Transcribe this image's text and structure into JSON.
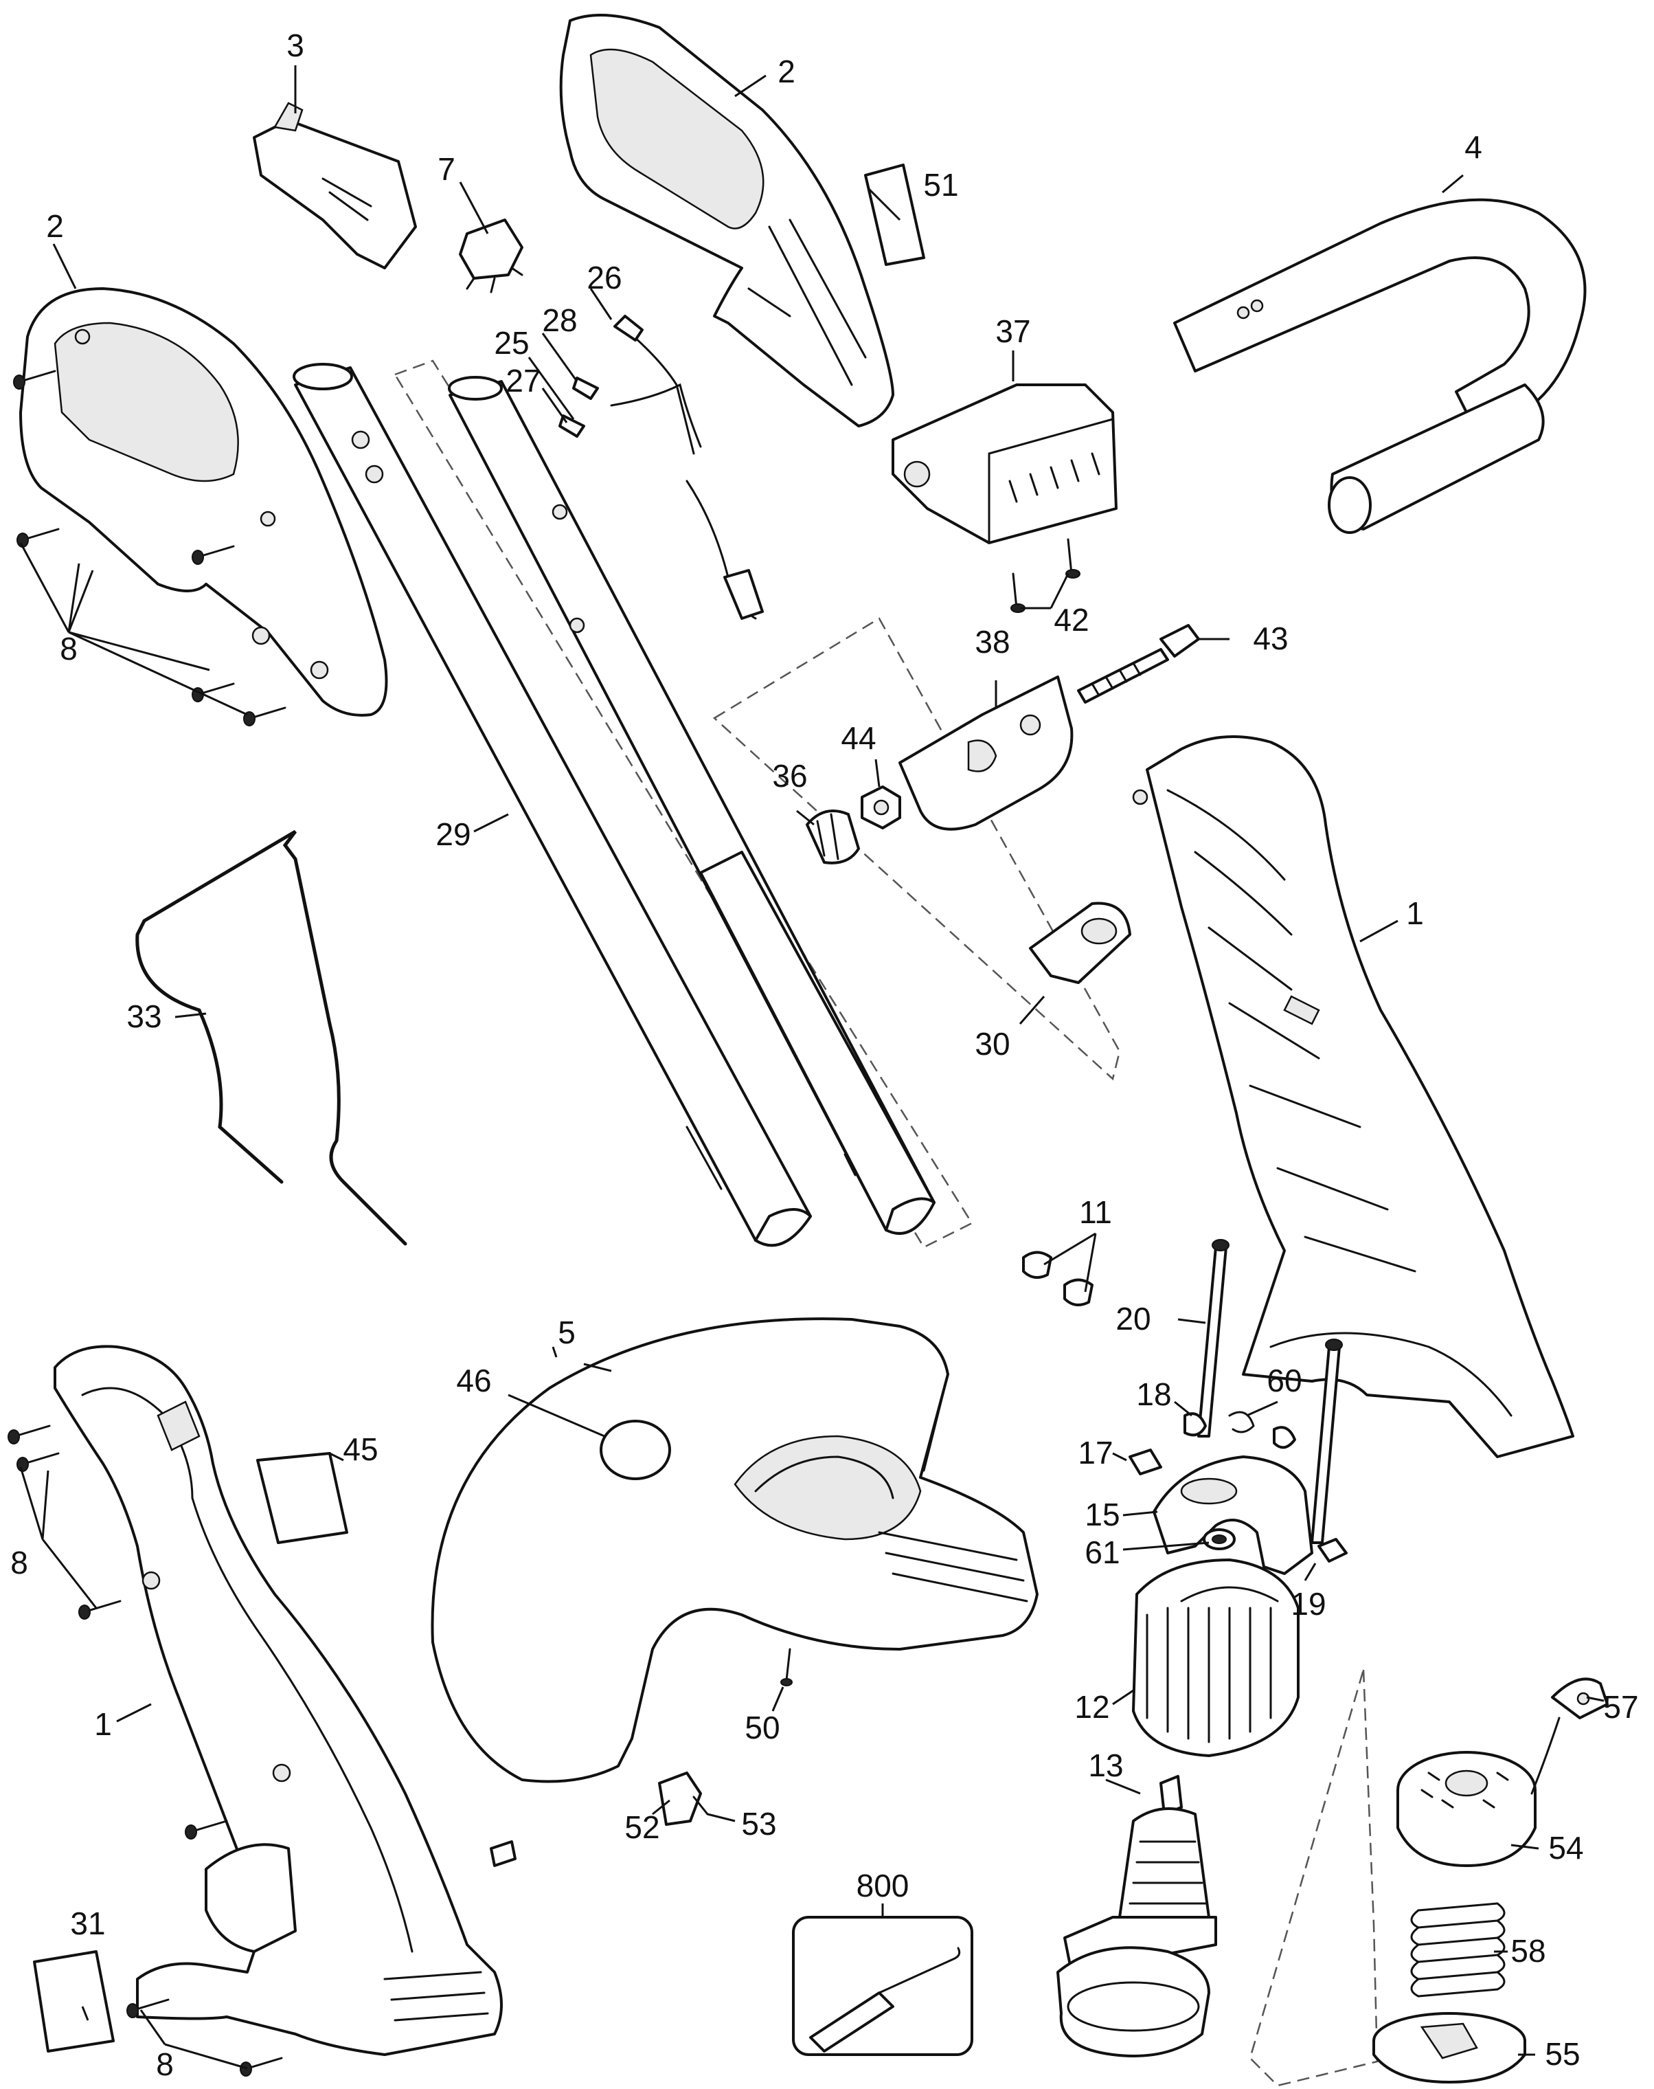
{
  "callouts": {
    "c1a": "1",
    "c1b": "1",
    "c2a": "2",
    "c2b": "2",
    "c3": "3",
    "c4": "4",
    "c5": "5",
    "c7": "7",
    "c8a": "8",
    "c8b": "8",
    "c8c": "8",
    "c11": "11",
    "c12": "12",
    "c13": "13",
    "c15": "15",
    "c17": "17",
    "c18": "18",
    "c19": "19",
    "c20": "20",
    "c25": "25",
    "c26": "26",
    "c27": "27",
    "c28": "28",
    "c29": "29",
    "c30": "30",
    "c31": "31",
    "c33": "33",
    "c36": "36",
    "c37": "37",
    "c38": "38",
    "c42": "42",
    "c43": "43",
    "c44": "44",
    "c45": "45",
    "c46": "46",
    "c50": "50",
    "c51": "51",
    "c52": "52",
    "c53": "53",
    "c54": "54",
    "c55": "55",
    "c57": "57",
    "c58": "58",
    "c60": "60",
    "c61": "61",
    "c800": "800"
  }
}
